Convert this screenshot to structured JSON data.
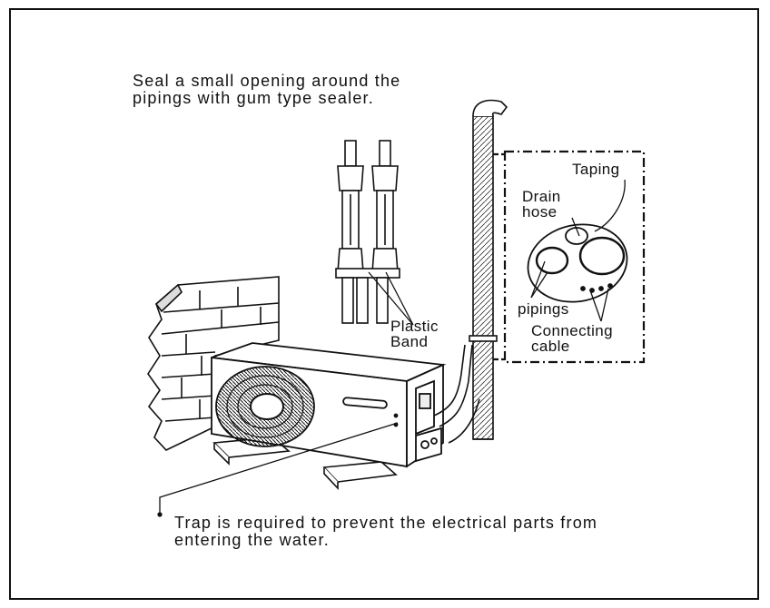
{
  "seal_note": "Seal a small opening around the pipings with gum type sealer.",
  "trap_note": "Trap is required to prevent the electrical parts from entering the water.",
  "labels": {
    "plastic_band": "Plastic Band",
    "taping": "Taping",
    "drain_hose": "Drain hose",
    "pipings": "pipings",
    "connecting_cable": "Connecting cable"
  },
  "colors": {
    "line": "#111111",
    "background": "#ffffff"
  }
}
